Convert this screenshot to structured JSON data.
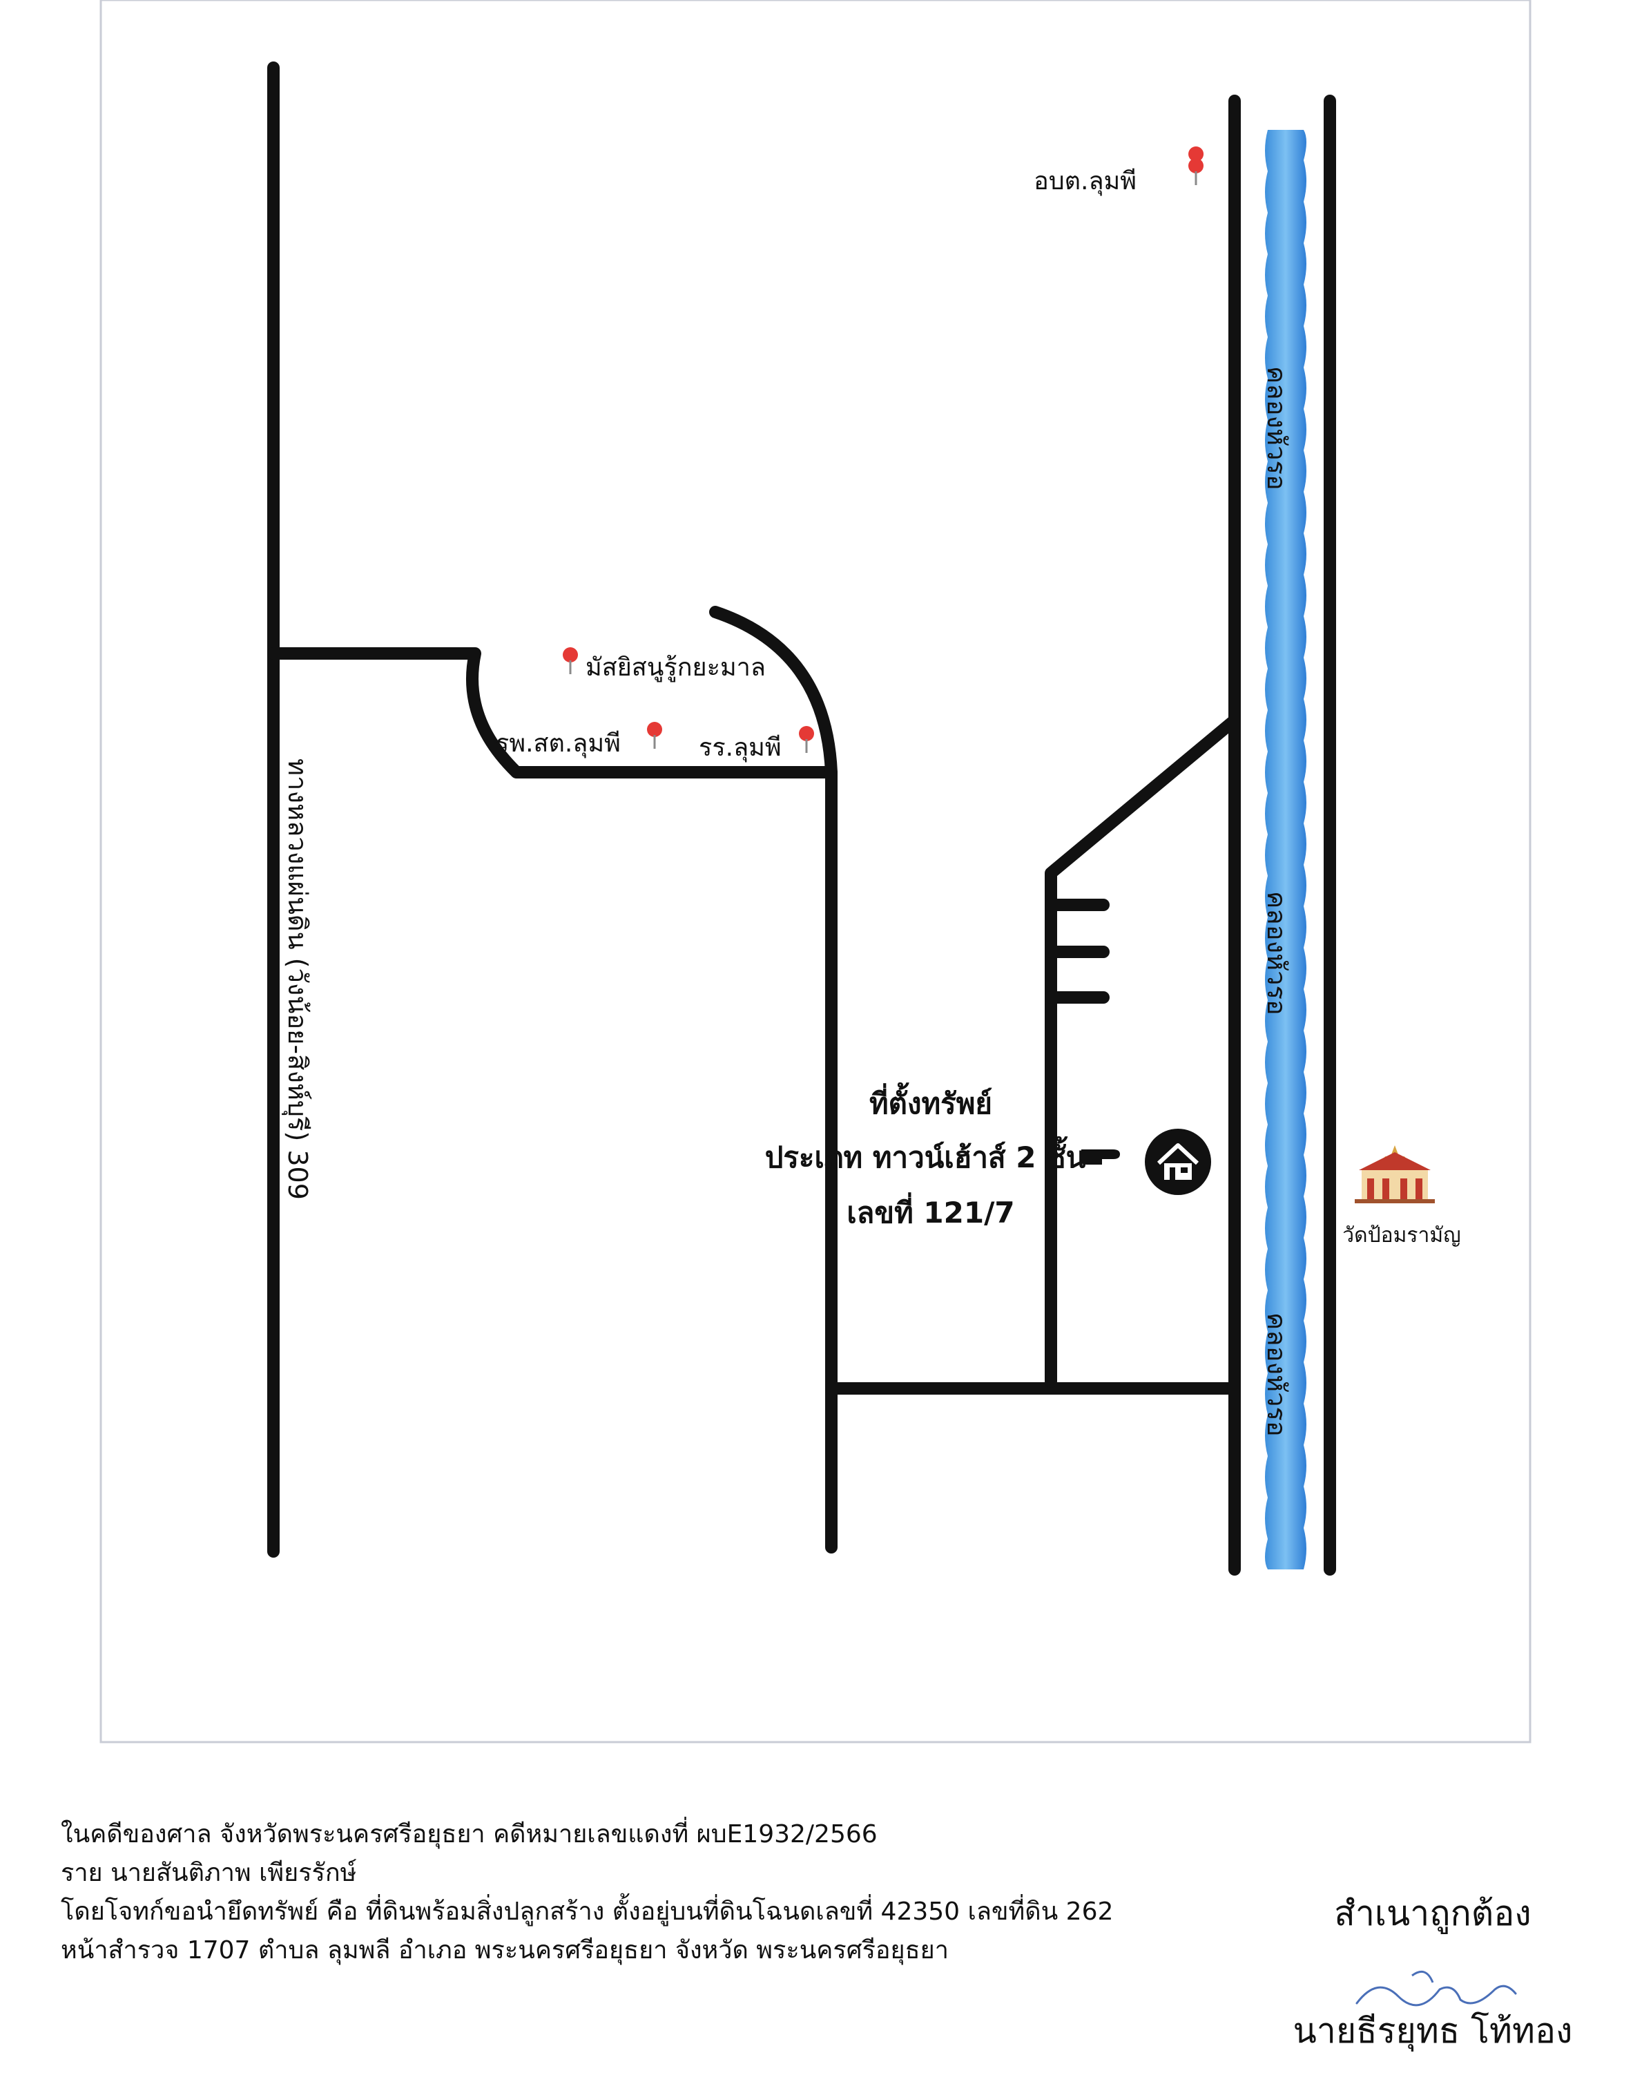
{
  "map": {
    "roads": {
      "highway_label": "ทางหลวงแผ่นดิน (วังน้อย-สิงห์บุรี) 309"
    },
    "canal": {
      "labels": [
        "คลองหัวรอ",
        "คลองหัวรอ",
        "คลองหัวรอ"
      ],
      "color": "#3d8fdc"
    },
    "landmarks": [
      {
        "name": "อบต.ลุมพี",
        "icon": "map-pin-icon"
      },
      {
        "name": "มัสยิสนูรู้กยะมาล",
        "icon": "map-pin-icon"
      },
      {
        "name": "รพ.สต.ลุมพี",
        "icon": "map-pin-icon"
      },
      {
        "name": "รร.ลุมพี",
        "icon": "map-pin-icon"
      }
    ],
    "temple": {
      "name": "วัดป้อมรามัญ",
      "icon": "temple-icon"
    },
    "property": {
      "title": "ที่ตั้งทรัพย์",
      "type": "ประเภท ทาวน์เฮ้าส์ 2 ชั้น",
      "number": "เลขที่ 121/7",
      "pointer_icon": "pointing-hand-icon",
      "house_icon": "house-icon"
    },
    "pin_color": "#e53935"
  },
  "footer": {
    "lines": [
      "ในคดีของศาล จังหวัดพระนครศรีอยุธยา คดีหมายเลขแดงที่ ผบE1932/2566",
      "ราย นายสันติภาพ เพียรรักษ์",
      "โดยโจทก์ขอนำยึดทรัพย์ คือ ที่ดินพร้อมสิ่งปลูกสร้าง ตั้งอยู่บนที่ดินโฉนดเลขที่ 42350 เลขที่ดิน 262",
      "หน้าสำรวจ 1707 ตำบล ลุมพลี อำเภอ พระนครศรีอยุธยา จังหวัด พระนครศรีอยุธยา"
    ]
  },
  "certification": {
    "title": "สำเนาถูกต้อง",
    "name": "นายธีรยุทธ โท้ทอง"
  }
}
